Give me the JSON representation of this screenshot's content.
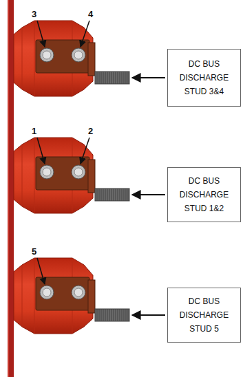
{
  "diagram": {
    "nodes": [
      {
        "text": [
          "DC BUS DISCHARGE STUD 3&4"
        ]
      },
      {
        "text": [
          "DC BUS DISCHARGE STUD 1&2"
        ]
      },
      {
        "text": [
          "DC BUS DISCHARGE STUD 5"
        ]
      }
    ],
    "labels": [
      "3",
      "4",
      "1",
      "2",
      "5"
    ]
  }
}
